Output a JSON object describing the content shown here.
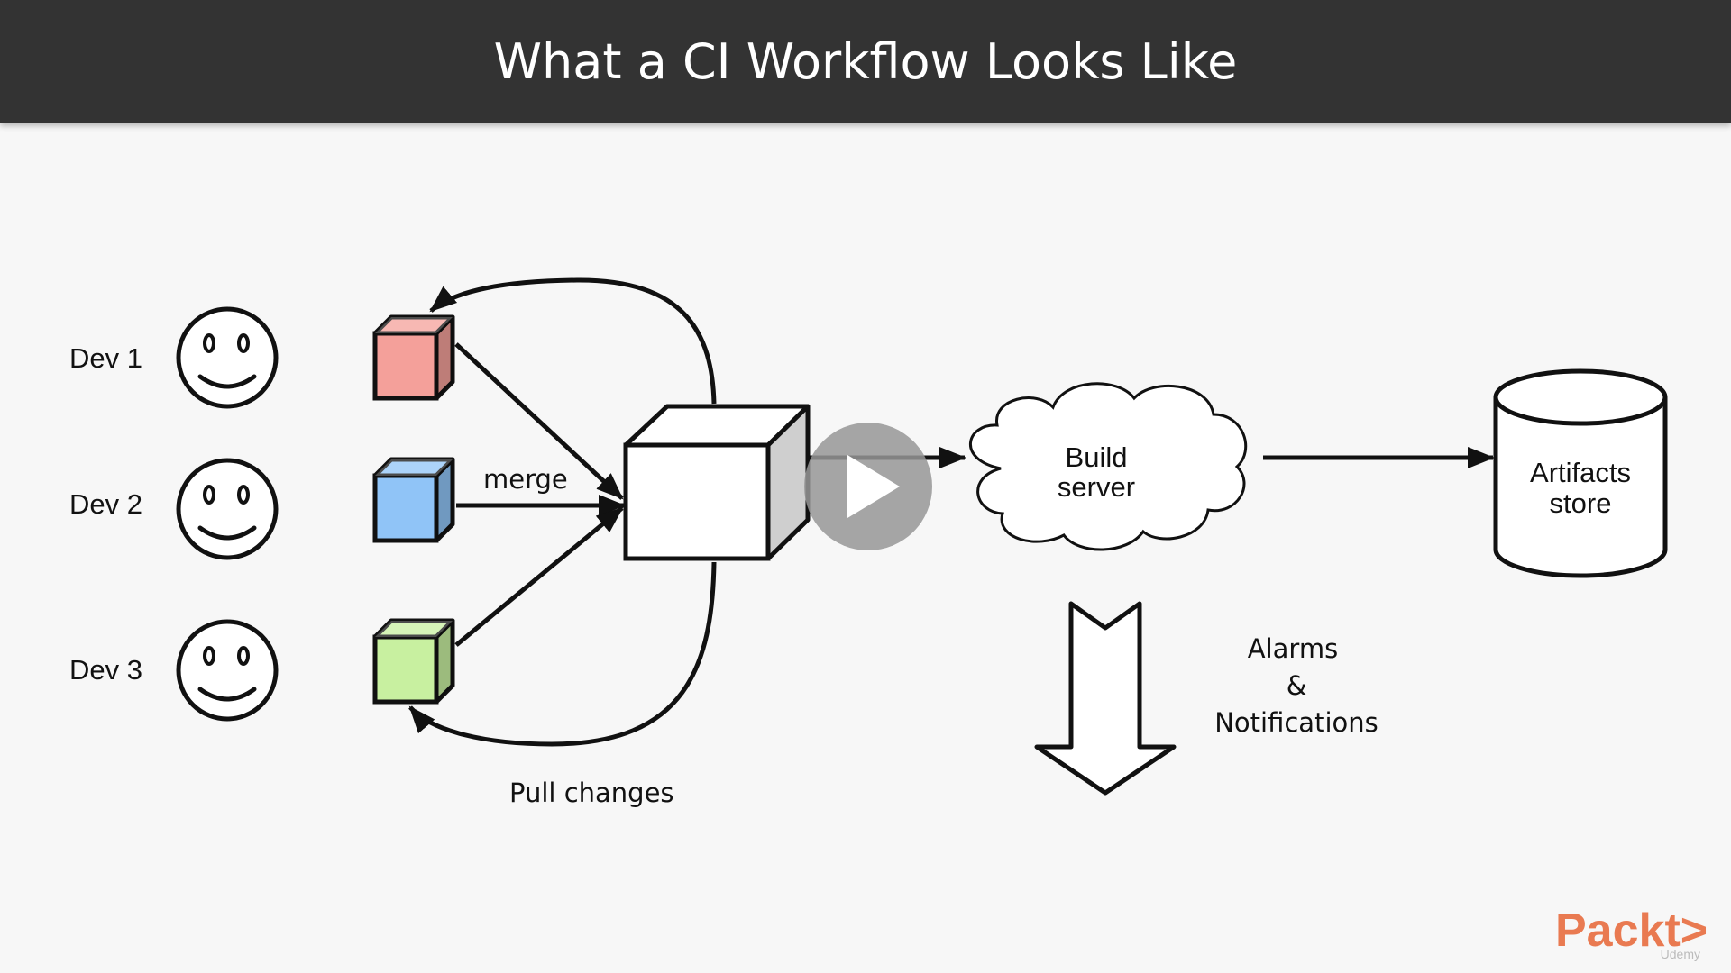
{
  "slide": {
    "title": "What a CI Workflow Looks Like"
  },
  "developers": [
    {
      "label": "Dev 1",
      "repo_color": "#f4a09a"
    },
    {
      "label": "Dev 2",
      "repo_color": "#90c4f7"
    },
    {
      "label": "Dev 3",
      "repo_color": "#c8f0a0"
    }
  ],
  "labels": {
    "merge": "merge",
    "pull_changes": "Pull changes",
    "build_server_line1": "Build",
    "build_server_line2": "server",
    "artifacts_line1": "Artifacts",
    "artifacts_line2": "store",
    "alarms_line1": "Alarms",
    "alarms_line2": "&",
    "alarms_line3": "Notifications"
  },
  "branding": {
    "logo": "Packt>",
    "platform": "Udemy",
    "logo_color": "#e97a51"
  },
  "icons": [
    "smiley-icon",
    "play-icon",
    "cloud-icon",
    "cylinder-icon",
    "down-arrow-icon"
  ]
}
